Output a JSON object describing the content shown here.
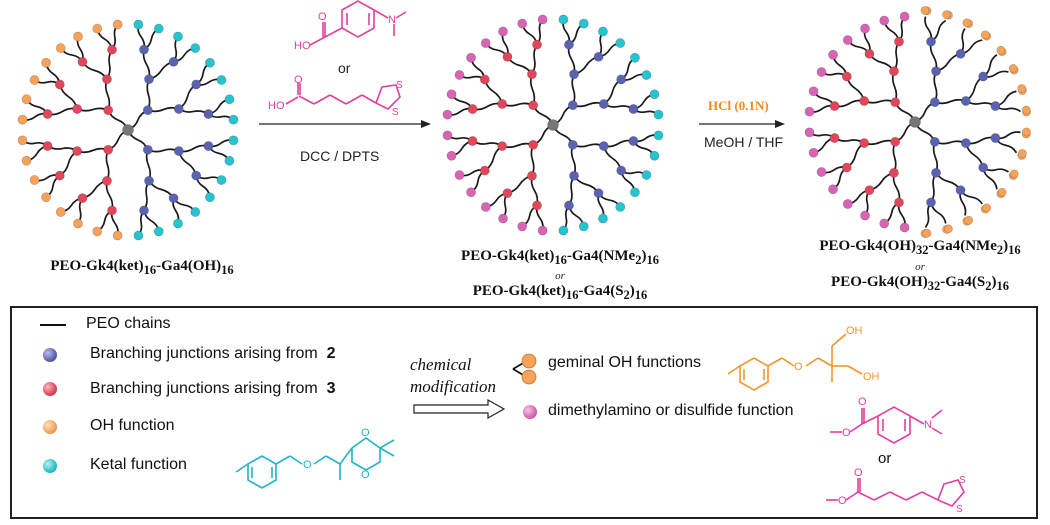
{
  "labels": {
    "start": {
      "main": "PEO-Gk4(ket)",
      "s1": "16",
      "mid": "-Ga4(OH)",
      "s2": "16"
    },
    "intermediate": {
      "line1": {
        "main": "PEO-Gk4(ket)",
        "s1": "16",
        "mid": "-Ga4(NMe",
        "s2": "2",
        "end": ")",
        "s3": "16"
      },
      "or": "or",
      "line2": {
        "main": "PEO-Gk4(ket)",
        "s1": "16",
        "mid": "-Ga4(S",
        "s2": "2",
        "end": ")",
        "s3": "16"
      }
    },
    "final": {
      "line1": {
        "main": "PEO-Gk4(OH)",
        "s1": "32",
        "mid": "-Ga4(NMe",
        "s2": "2",
        "end": ")",
        "s3": "16"
      },
      "or": "or",
      "line2": {
        "main": "PEO-Gk4(OH)",
        "s1": "32",
        "mid": "-Ga4(S",
        "s2": "2",
        "end": ")",
        "s3": "16"
      }
    }
  },
  "reaction1": {
    "or": "or",
    "conditions": "DCC / DPTS"
  },
  "reaction2": {
    "reagent": "HCl (0.1N)",
    "conditions": "MeOH / THF"
  },
  "legend": {
    "peo": "PEO chains",
    "blue": {
      "text": "Branching junctions arising from",
      "num": "2"
    },
    "red": {
      "text": "Branching junctions arising from",
      "num": "3"
    },
    "orange": "OH function",
    "cyan": "Ketal function",
    "chem_mod": [
      "chemical",
      "modification"
    ],
    "geminal": "geminal OH functions",
    "pink": "dimethylamino or disulfide function",
    "or": "or"
  },
  "atoms": {
    "OH": "OH",
    "HO": "HO",
    "O": "O",
    "N": "N",
    "S": "S"
  },
  "colors": {
    "blue": "#5a63b0",
    "red": "#e0475a",
    "orange": "#f5a35a",
    "cyan": "#27c3cf",
    "pink": "#d765b4",
    "magenta_struct": "#e0409e",
    "orange_struct": "#f0962e",
    "cyan_struct": "#1fb4c8",
    "hcl": "#f08a1c",
    "core": "#777777"
  }
}
